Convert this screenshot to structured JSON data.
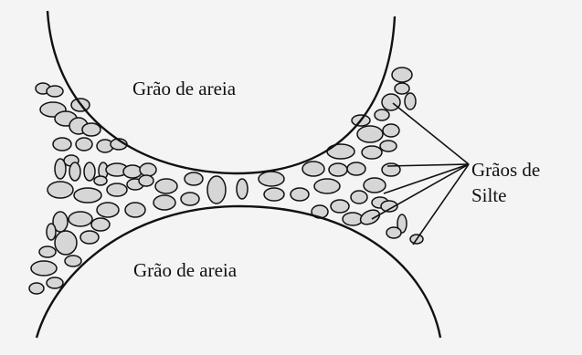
{
  "diagram": {
    "sand_grain_top_label": "Grão de areia",
    "sand_grain_bottom_label": "Grão de areia",
    "silt_label_line1": "Grãos de",
    "silt_label_line2": "Silte",
    "colors": {
      "stroke": "#111111",
      "grain_fill": "#d6d6d6",
      "background": "#f4f4f4"
    }
  }
}
